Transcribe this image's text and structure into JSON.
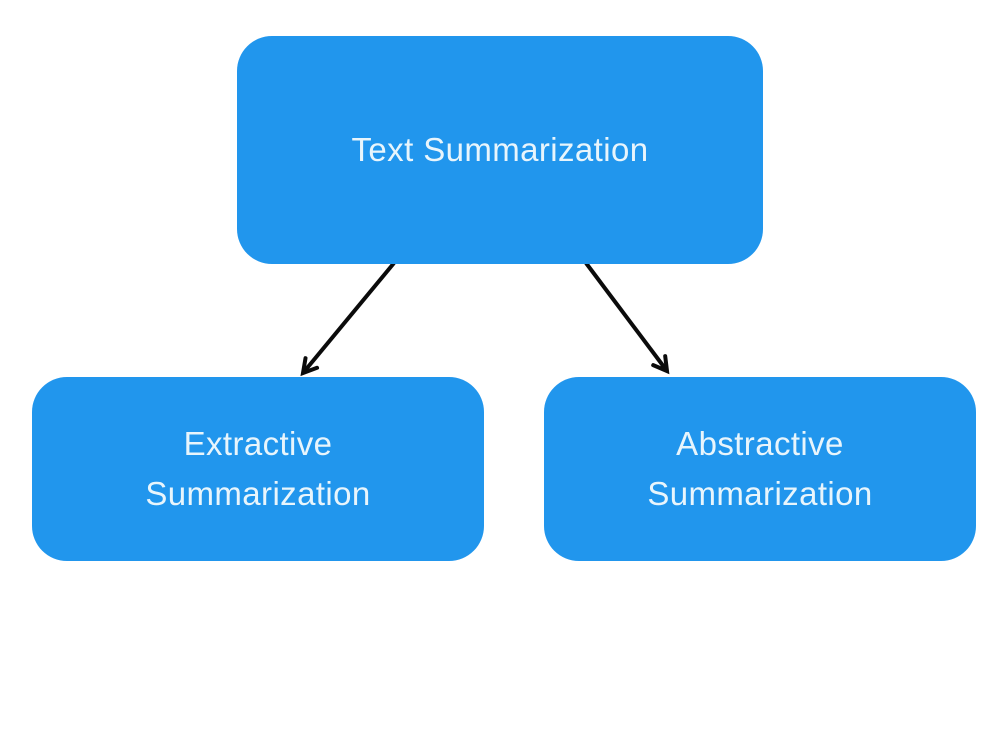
{
  "diagram": {
    "type": "tree",
    "background": "#ffffff",
    "colors": {
      "node_fill": "#2196ED",
      "node_text": "#E8F5FC",
      "arrow": "#0b0b0b"
    },
    "nodes": [
      {
        "id": "text-summarization",
        "lines": [
          "Text Summarization"
        ]
      },
      {
        "id": "extractive-summarization",
        "lines": [
          "Extractive",
          "Summarization"
        ]
      },
      {
        "id": "abstractive-summarization",
        "lines": [
          "Abstractive",
          "Summarization"
        ]
      }
    ],
    "edges": [
      {
        "from": "text-summarization",
        "to": "extractive-summarization"
      },
      {
        "from": "text-summarization",
        "to": "abstractive-summarization"
      }
    ]
  }
}
